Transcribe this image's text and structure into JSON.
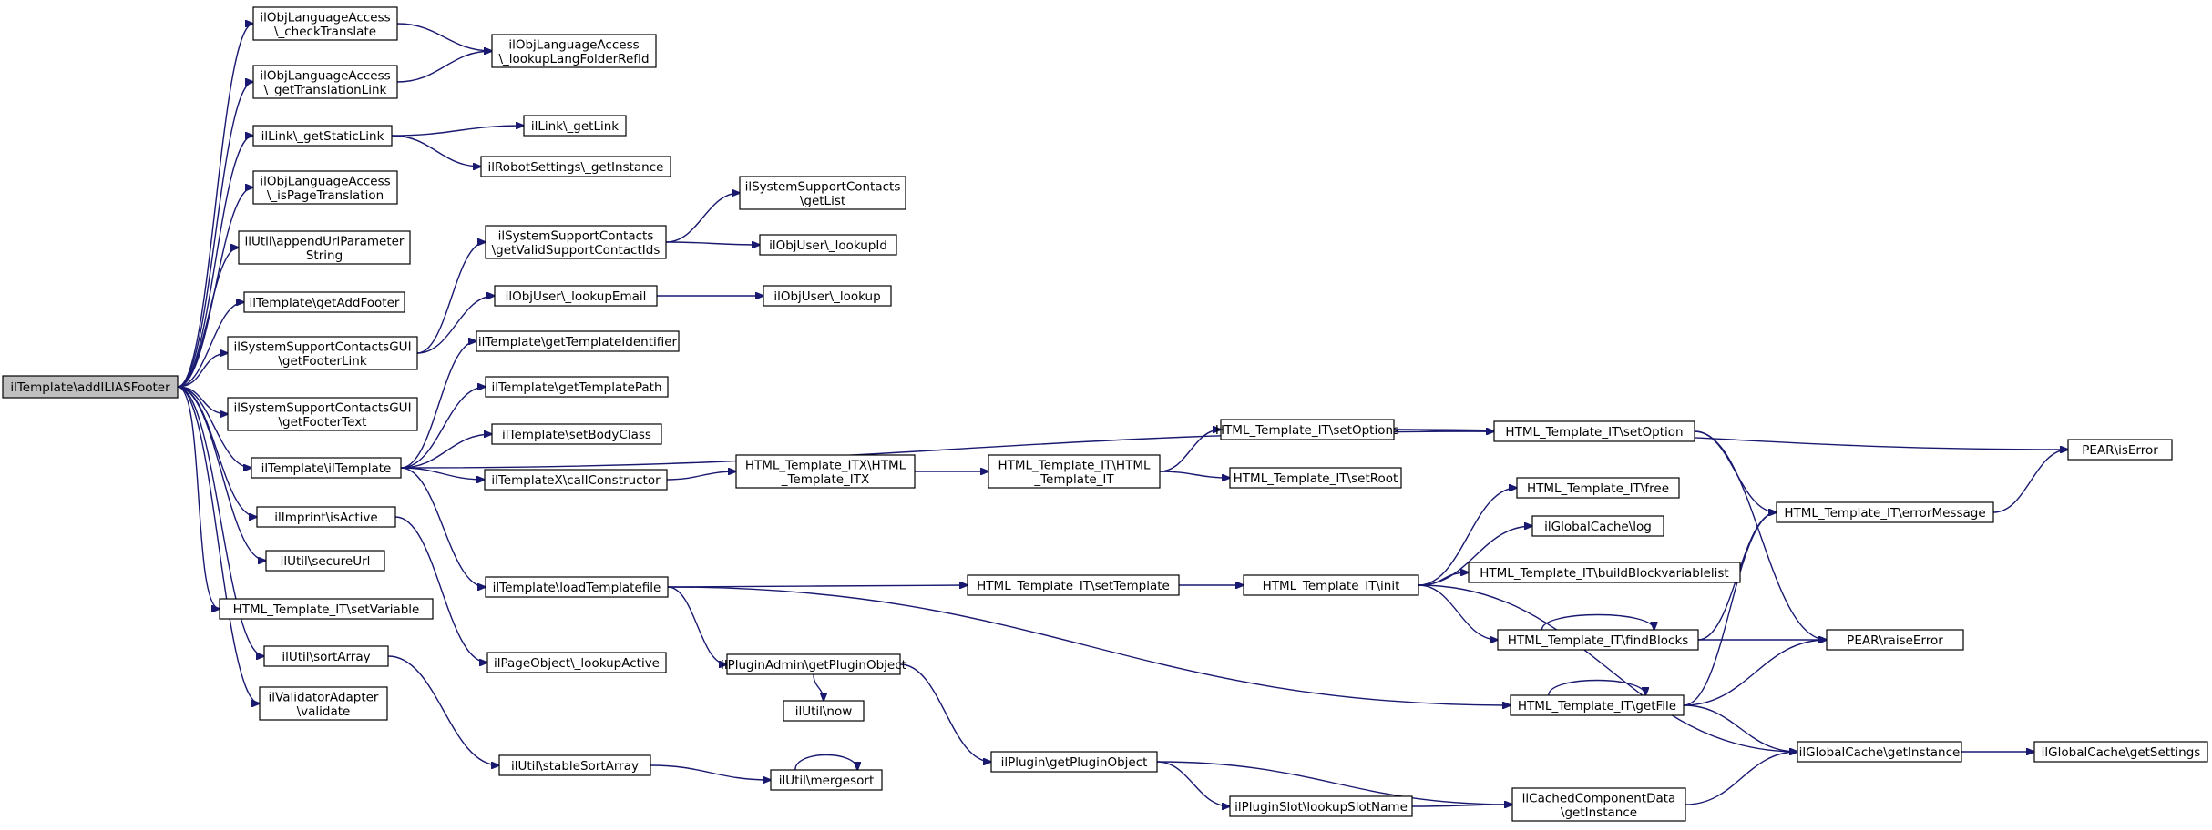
{
  "nodes": [
    {
      "id": "n0",
      "lines": [
        "ilTemplate\\addILIASFooter"
      ],
      "root": true
    },
    {
      "id": "n1",
      "lines": [
        "ilObjLanguageAccess",
        "\\_checkTranslate"
      ]
    },
    {
      "id": "n2",
      "lines": [
        "ilObjLanguageAccess",
        "\\_lookupLangFolderRefId"
      ]
    },
    {
      "id": "n3",
      "lines": [
        "ilObjLanguageAccess",
        "\\_getTranslationLink"
      ]
    },
    {
      "id": "n4",
      "lines": [
        "ilLink\\_getStaticLink"
      ]
    },
    {
      "id": "n5",
      "lines": [
        "ilLink\\_getLink"
      ]
    },
    {
      "id": "n6",
      "lines": [
        "ilRobotSettings\\_getInstance"
      ]
    },
    {
      "id": "n7",
      "lines": [
        "ilObjLanguageAccess",
        "\\_isPageTranslation"
      ]
    },
    {
      "id": "n8",
      "lines": [
        "ilUtil\\appendUrlParameter",
        "String"
      ]
    },
    {
      "id": "n9",
      "lines": [
        "ilTemplate\\getAddFooter"
      ]
    },
    {
      "id": "n10",
      "lines": [
        "ilSystemSupportContactsGUI",
        "\\getFooterLink"
      ]
    },
    {
      "id": "n11",
      "lines": [
        "ilSystemSupportContacts",
        "\\getValidSupportContactIds"
      ]
    },
    {
      "id": "n12",
      "lines": [
        "ilSystemSupportContacts",
        "\\getList"
      ]
    },
    {
      "id": "n13",
      "lines": [
        "ilObjUser\\_lookupId"
      ]
    },
    {
      "id": "n14",
      "lines": [
        "ilObjUser\\_lookupEmail"
      ]
    },
    {
      "id": "n15",
      "lines": [
        "ilObjUser\\_lookup"
      ]
    },
    {
      "id": "n16",
      "lines": [
        "ilSystemSupportContactsGUI",
        "\\getFooterText"
      ]
    },
    {
      "id": "n17",
      "lines": [
        "ilTemplate\\ilTemplate"
      ]
    },
    {
      "id": "n18",
      "lines": [
        "ilTemplate\\getTemplateIdentifier"
      ]
    },
    {
      "id": "n19",
      "lines": [
        "ilTemplate\\getTemplatePath"
      ]
    },
    {
      "id": "n20",
      "lines": [
        "ilTemplate\\setBodyClass"
      ]
    },
    {
      "id": "n21",
      "lines": [
        "ilTemplateX\\callConstructor"
      ]
    },
    {
      "id": "n22",
      "lines": [
        "HTML_Template_ITX\\HTML",
        "_Template_ITX"
      ]
    },
    {
      "id": "n23",
      "lines": [
        "HTML_Template_IT\\HTML",
        "_Template_IT"
      ]
    },
    {
      "id": "n24",
      "lines": [
        "HTML_Template_IT\\setOptions"
      ]
    },
    {
      "id": "n25",
      "lines": [
        "HTML_Template_IT\\setOption"
      ]
    },
    {
      "id": "n26",
      "lines": [
        "PEAR\\isError"
      ]
    },
    {
      "id": "n27",
      "lines": [
        "HTML_Template_IT\\setRoot"
      ]
    },
    {
      "id": "n28",
      "lines": [
        "HTML_Template_IT\\errorMessage"
      ]
    },
    {
      "id": "n29",
      "lines": [
        "ilImprint\\isActive"
      ]
    },
    {
      "id": "n30",
      "lines": [
        "ilUtil\\secureUrl"
      ]
    },
    {
      "id": "n31",
      "lines": [
        "ilTemplate\\loadTemplatefile"
      ]
    },
    {
      "id": "n32",
      "lines": [
        "HTML_Template_IT\\setTemplate"
      ]
    },
    {
      "id": "n33",
      "lines": [
        "HTML_Template_IT\\init"
      ]
    },
    {
      "id": "n34",
      "lines": [
        "HTML_Template_IT\\free"
      ]
    },
    {
      "id": "n35",
      "lines": [
        "ilGlobalCache\\log"
      ]
    },
    {
      "id": "n36",
      "lines": [
        "HTML_Template_IT\\buildBlockvariablelist"
      ]
    },
    {
      "id": "n37",
      "lines": [
        "HTML_Template_IT\\findBlocks"
      ]
    },
    {
      "id": "n38",
      "lines": [
        "PEAR\\raiseError"
      ]
    },
    {
      "id": "n39",
      "lines": [
        "HTML_Template_IT\\setVariable"
      ]
    },
    {
      "id": "n40",
      "lines": [
        "ilPageObject\\_lookupActive"
      ]
    },
    {
      "id": "n41",
      "lines": [
        "ilPluginAdmin\\getPluginObject"
      ]
    },
    {
      "id": "n42",
      "lines": [
        "ilUtil\\sortArray"
      ]
    },
    {
      "id": "n43",
      "lines": [
        "ilUtil\\now"
      ]
    },
    {
      "id": "n44",
      "lines": [
        "HTML_Template_IT\\getFile"
      ]
    },
    {
      "id": "n45",
      "lines": [
        "ilValidatorAdapter",
        "\\validate"
      ]
    },
    {
      "id": "n46",
      "lines": [
        "ilGlobalCache\\getInstance"
      ]
    },
    {
      "id": "n47",
      "lines": [
        "ilGlobalCache\\getSettings"
      ]
    },
    {
      "id": "n48",
      "lines": [
        "ilUtil\\stableSortArray"
      ]
    },
    {
      "id": "n49",
      "lines": [
        "ilUtil\\mergesort"
      ]
    },
    {
      "id": "n50",
      "lines": [
        "ilPlugin\\getPluginObject"
      ]
    },
    {
      "id": "n51",
      "lines": [
        "ilCachedComponentData",
        "\\getInstance"
      ]
    },
    {
      "id": "n52",
      "lines": [
        "ilPluginSlot\\lookupSlotName"
      ]
    }
  ],
  "edges": [
    [
      "n0",
      "n1"
    ],
    [
      "n0",
      "n3"
    ],
    [
      "n0",
      "n4"
    ],
    [
      "n0",
      "n7"
    ],
    [
      "n0",
      "n8"
    ],
    [
      "n0",
      "n9"
    ],
    [
      "n0",
      "n10"
    ],
    [
      "n0",
      "n16"
    ],
    [
      "n0",
      "n17"
    ],
    [
      "n0",
      "n29"
    ],
    [
      "n0",
      "n30"
    ],
    [
      "n0",
      "n39"
    ],
    [
      "n0",
      "n42"
    ],
    [
      "n0",
      "n45"
    ],
    [
      "n1",
      "n2"
    ],
    [
      "n3",
      "n2"
    ],
    [
      "n4",
      "n5"
    ],
    [
      "n4",
      "n6"
    ],
    [
      "n10",
      "n11"
    ],
    [
      "n10",
      "n14"
    ],
    [
      "n11",
      "n12"
    ],
    [
      "n11",
      "n13"
    ],
    [
      "n14",
      "n15"
    ],
    [
      "n17",
      "n18"
    ],
    [
      "n17",
      "n19"
    ],
    [
      "n17",
      "n20"
    ],
    [
      "n17",
      "n21"
    ],
    [
      "n17",
      "n25"
    ],
    [
      "n17",
      "n31"
    ],
    [
      "n21",
      "n22"
    ],
    [
      "n22",
      "n23"
    ],
    [
      "n23",
      "n24"
    ],
    [
      "n23",
      "n27"
    ],
    [
      "n24",
      "n25"
    ],
    [
      "n24",
      "n26"
    ],
    [
      "n25",
      "n28"
    ],
    [
      "n25",
      "n38"
    ],
    [
      "n28",
      "n26"
    ],
    [
      "n29",
      "n40"
    ],
    [
      "n31",
      "n32"
    ],
    [
      "n31",
      "n41"
    ],
    [
      "n31",
      "n44"
    ],
    [
      "n32",
      "n33"
    ],
    [
      "n33",
      "n34"
    ],
    [
      "n33",
      "n35"
    ],
    [
      "n33",
      "n36"
    ],
    [
      "n33",
      "n37"
    ],
    [
      "n33",
      "n46"
    ],
    [
      "n37",
      "n37"
    ],
    [
      "n37",
      "n28"
    ],
    [
      "n37",
      "n38"
    ],
    [
      "n44",
      "n44"
    ],
    [
      "n44",
      "n28"
    ],
    [
      "n44",
      "n38"
    ],
    [
      "n44",
      "n46"
    ],
    [
      "n46",
      "n47"
    ],
    [
      "n41",
      "n43"
    ],
    [
      "n41",
      "n50"
    ],
    [
      "n42",
      "n48"
    ],
    [
      "n48",
      "n49"
    ],
    [
      "n49",
      "n49"
    ],
    [
      "n50",
      "n51"
    ],
    [
      "n50",
      "n52"
    ],
    [
      "n52",
      "n51"
    ],
    [
      "n51",
      "n46"
    ]
  ]
}
